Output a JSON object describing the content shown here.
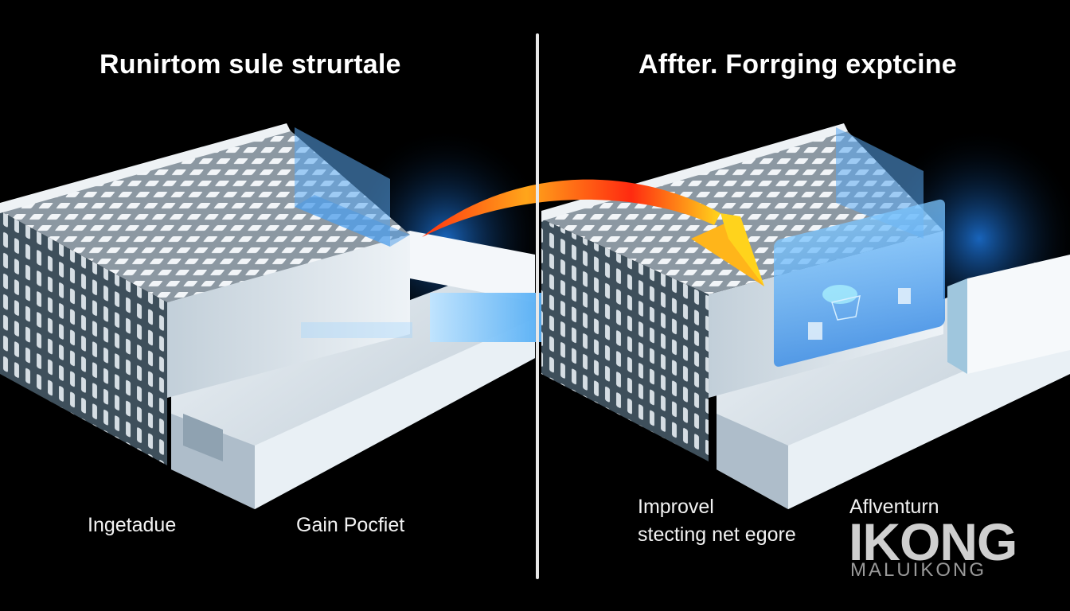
{
  "left_panel": {
    "title": "Runirtom sule strurtale",
    "labels": [
      "Ingetadue",
      "Gain Pocfiet"
    ]
  },
  "right_panel": {
    "title": "Affter. Forrging exptcine",
    "labels": [
      "Improvel",
      "stecting net egore",
      "Aflventurn"
    ]
  },
  "logo": {
    "main": "IKONG",
    "sub": "MALUIKONG"
  },
  "colors": {
    "background": "#000000",
    "block_light": "#dfe8ef",
    "mesh_dark": "#4a5a66",
    "glass_blue": "#4aa6f0",
    "arrow_blue": "#4aa0f2",
    "arrow_orange_start": "#ff3a10",
    "arrow_orange_mid": "#ffa21a",
    "arrow_orange_end": "#ffd21c",
    "divider": "#e8e8e8"
  },
  "icons": [
    "curved-arrow",
    "straight-arrow"
  ]
}
